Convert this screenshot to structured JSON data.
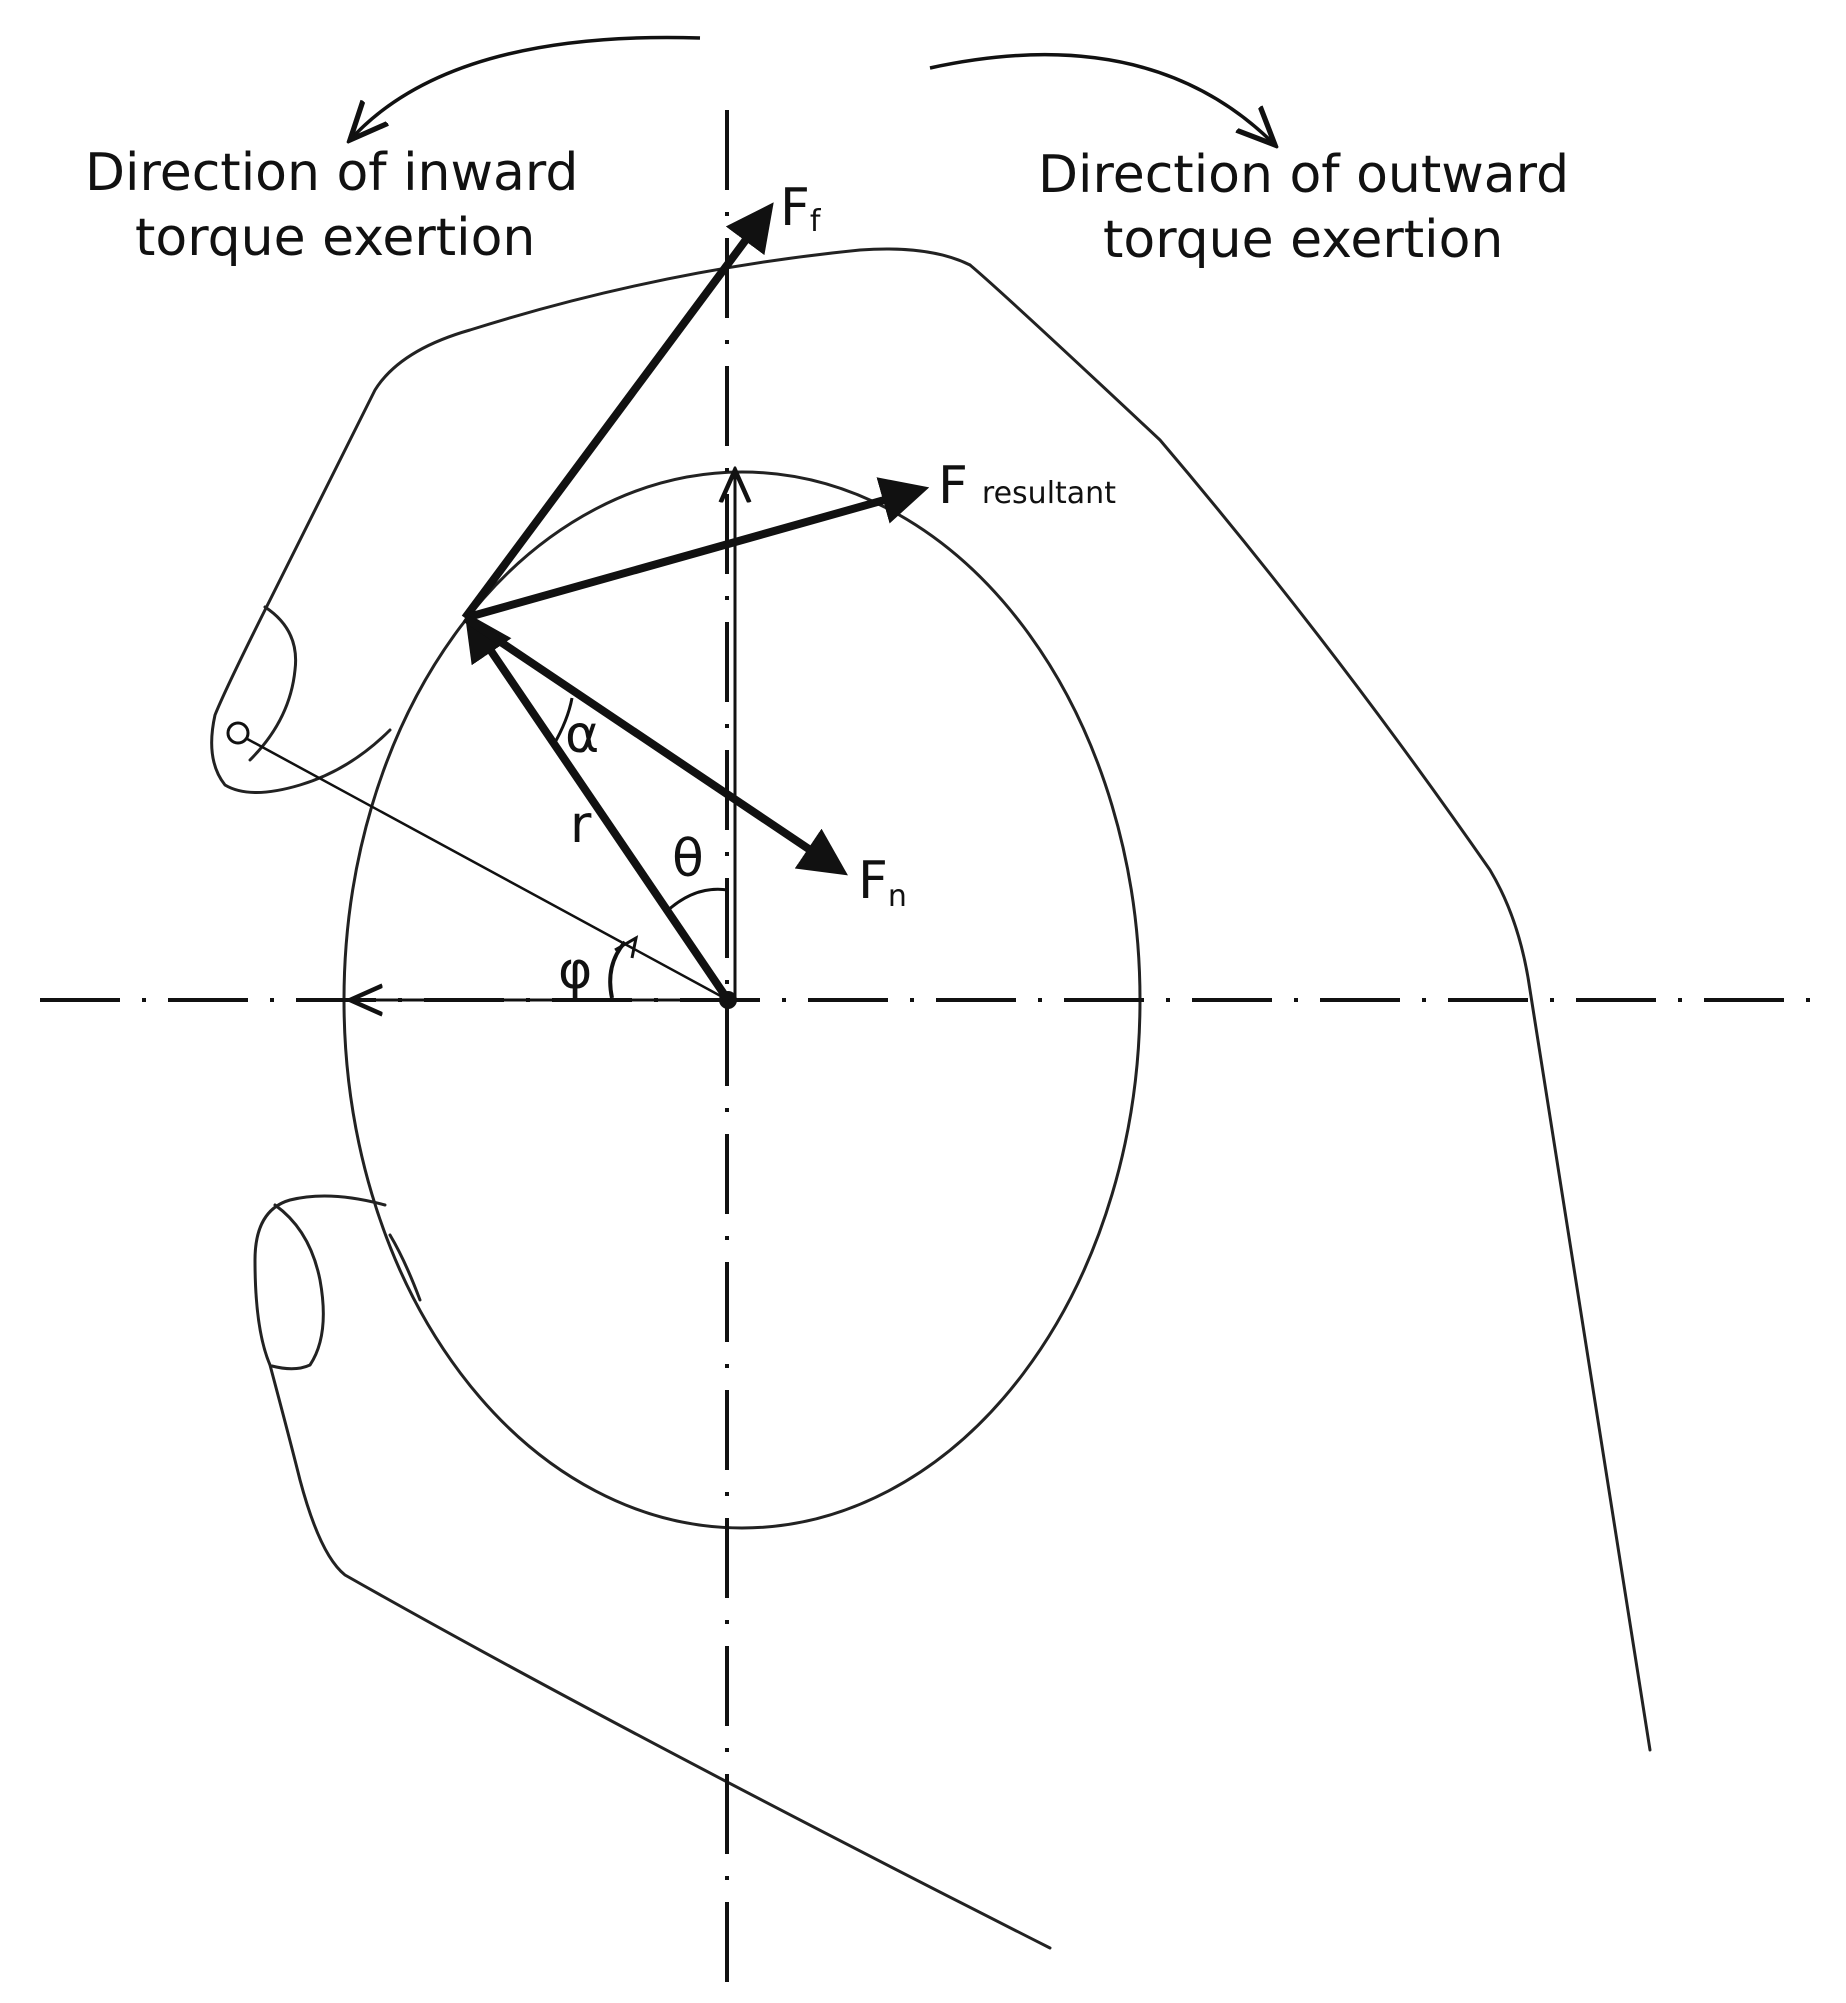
{
  "captions": {
    "inward_line1": "Direction of inward",
    "inward_line2": "torque exertion",
    "outward_line1": "Direction of outward",
    "outward_line2": "torque exertion"
  },
  "forces": {
    "friction": {
      "symbol": "F",
      "subscript": "f"
    },
    "resultant": {
      "symbol": "F",
      "subscript": "resultant"
    },
    "normal": {
      "symbol": "F",
      "subscript": "n"
    }
  },
  "angles": {
    "alpha": "α",
    "theta": "θ",
    "phi": "φ"
  },
  "radius": {
    "label": "r"
  },
  "colors": {
    "stroke": "#111111",
    "background": "#ffffff"
  }
}
